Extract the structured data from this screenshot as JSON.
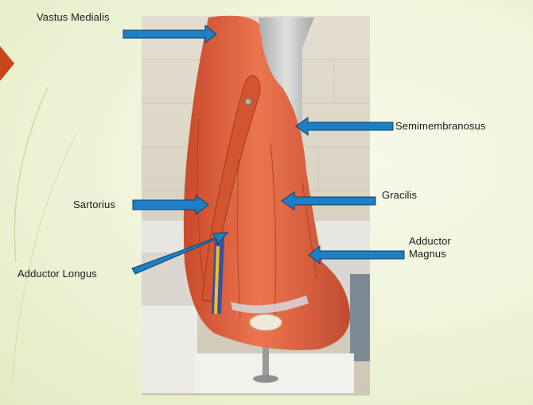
{
  "labels": {
    "vastus_medialis": "Vastus Medialis",
    "semimembranosus": "Semimembranosus",
    "sartorius": "Sartorius",
    "gracilis": "Gracilis",
    "adductor_magnus": "Adductor Magnus",
    "adductor_longus": "Adductor Longus"
  },
  "colors": {
    "background": "#eef3d8",
    "accent_arrow": "#c8461b",
    "label_arrow": "#1e7fc4",
    "label_arrow_outline": "#0b3f6b",
    "muscle": "#e0603a",
    "muscle_dark": "#b7432a",
    "tendon": "#c9ccc8",
    "wall": "#dcd6c6"
  }
}
